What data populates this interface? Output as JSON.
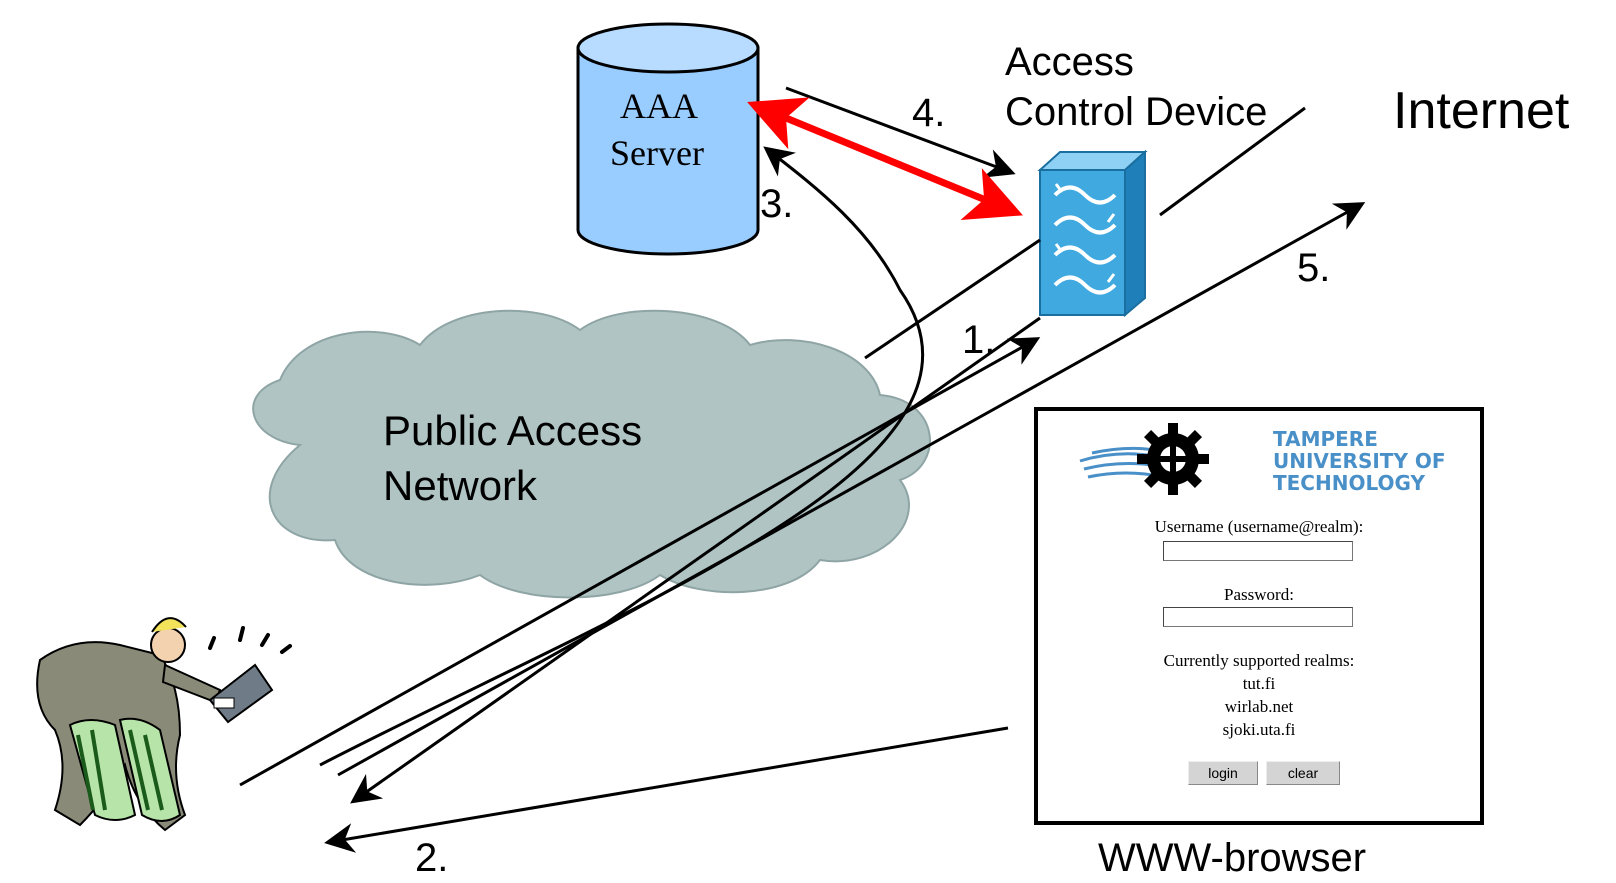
{
  "nodes": {
    "aaa_server": {
      "line1": "AAA",
      "line2": "Server"
    },
    "access_control_device": {
      "line1": "Access",
      "line2": "Control Device"
    },
    "internet": "Internet",
    "public_access_network": {
      "line1": "Public Access",
      "line2": "Network"
    },
    "www_browser": "WWW-browser"
  },
  "steps": {
    "s1": "1.",
    "s2": "2.",
    "s3": "3.",
    "s4": "4.",
    "s5": "5."
  },
  "login_page": {
    "logo_line1": "TAMPERE",
    "logo_line2": "UNIVERSITY OF",
    "logo_line3": "TECHNOLOGY",
    "username_label": "Username (username@realm):",
    "username_value": "",
    "password_label": "Password:",
    "password_value": "",
    "realms_heading": "Currently supported realms:",
    "realms": [
      "tut.fi",
      "wirlab.net",
      "sjoki.uta.fi"
    ],
    "login_button": "login",
    "clear_button": "clear"
  },
  "colors": {
    "server_fill": "#99ccff",
    "cloud_fill": "#b0c4c4",
    "device_fill": "#3fa9e0",
    "highlight_arrow": "#ff0000",
    "logo_blue": "#4a90c8"
  }
}
